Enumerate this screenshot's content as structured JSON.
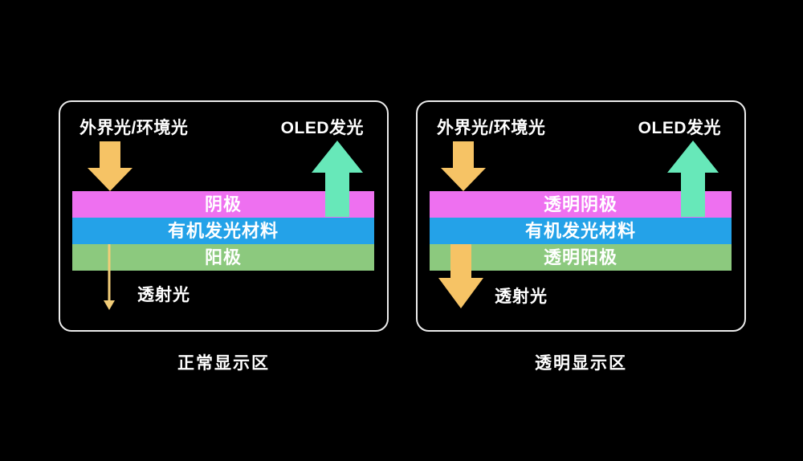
{
  "colors": {
    "background": "#000000",
    "panel_border": "#ececec",
    "text": "#ffffff",
    "cathode_layer": "#ee70f0",
    "organic_layer": "#24a2e8",
    "anode_layer": "#8cc97e",
    "ambient_arrow": "#f6c365",
    "oled_arrow": "#67e8b9",
    "transmit_arrow": "#f2cd78"
  },
  "panels": [
    {
      "id": "normal-display-area",
      "ambient_light_label": "外界光/环境光",
      "oled_emission_label": "OLED发光",
      "layers": [
        {
          "name": "阴极"
        },
        {
          "name": "有机发光材料"
        },
        {
          "name": "阳极"
        }
      ],
      "transmitted_light_label": "透射光",
      "caption": "正常显示区"
    },
    {
      "id": "transparent-display-area",
      "ambient_light_label": "外界光/环境光",
      "oled_emission_label": "OLED发光",
      "layers": [
        {
          "name": "透明阴极"
        },
        {
          "name": "有机发光材料"
        },
        {
          "name": "透明阳极"
        }
      ],
      "transmitted_light_label": "透射光",
      "caption": "透明显示区"
    }
  ]
}
